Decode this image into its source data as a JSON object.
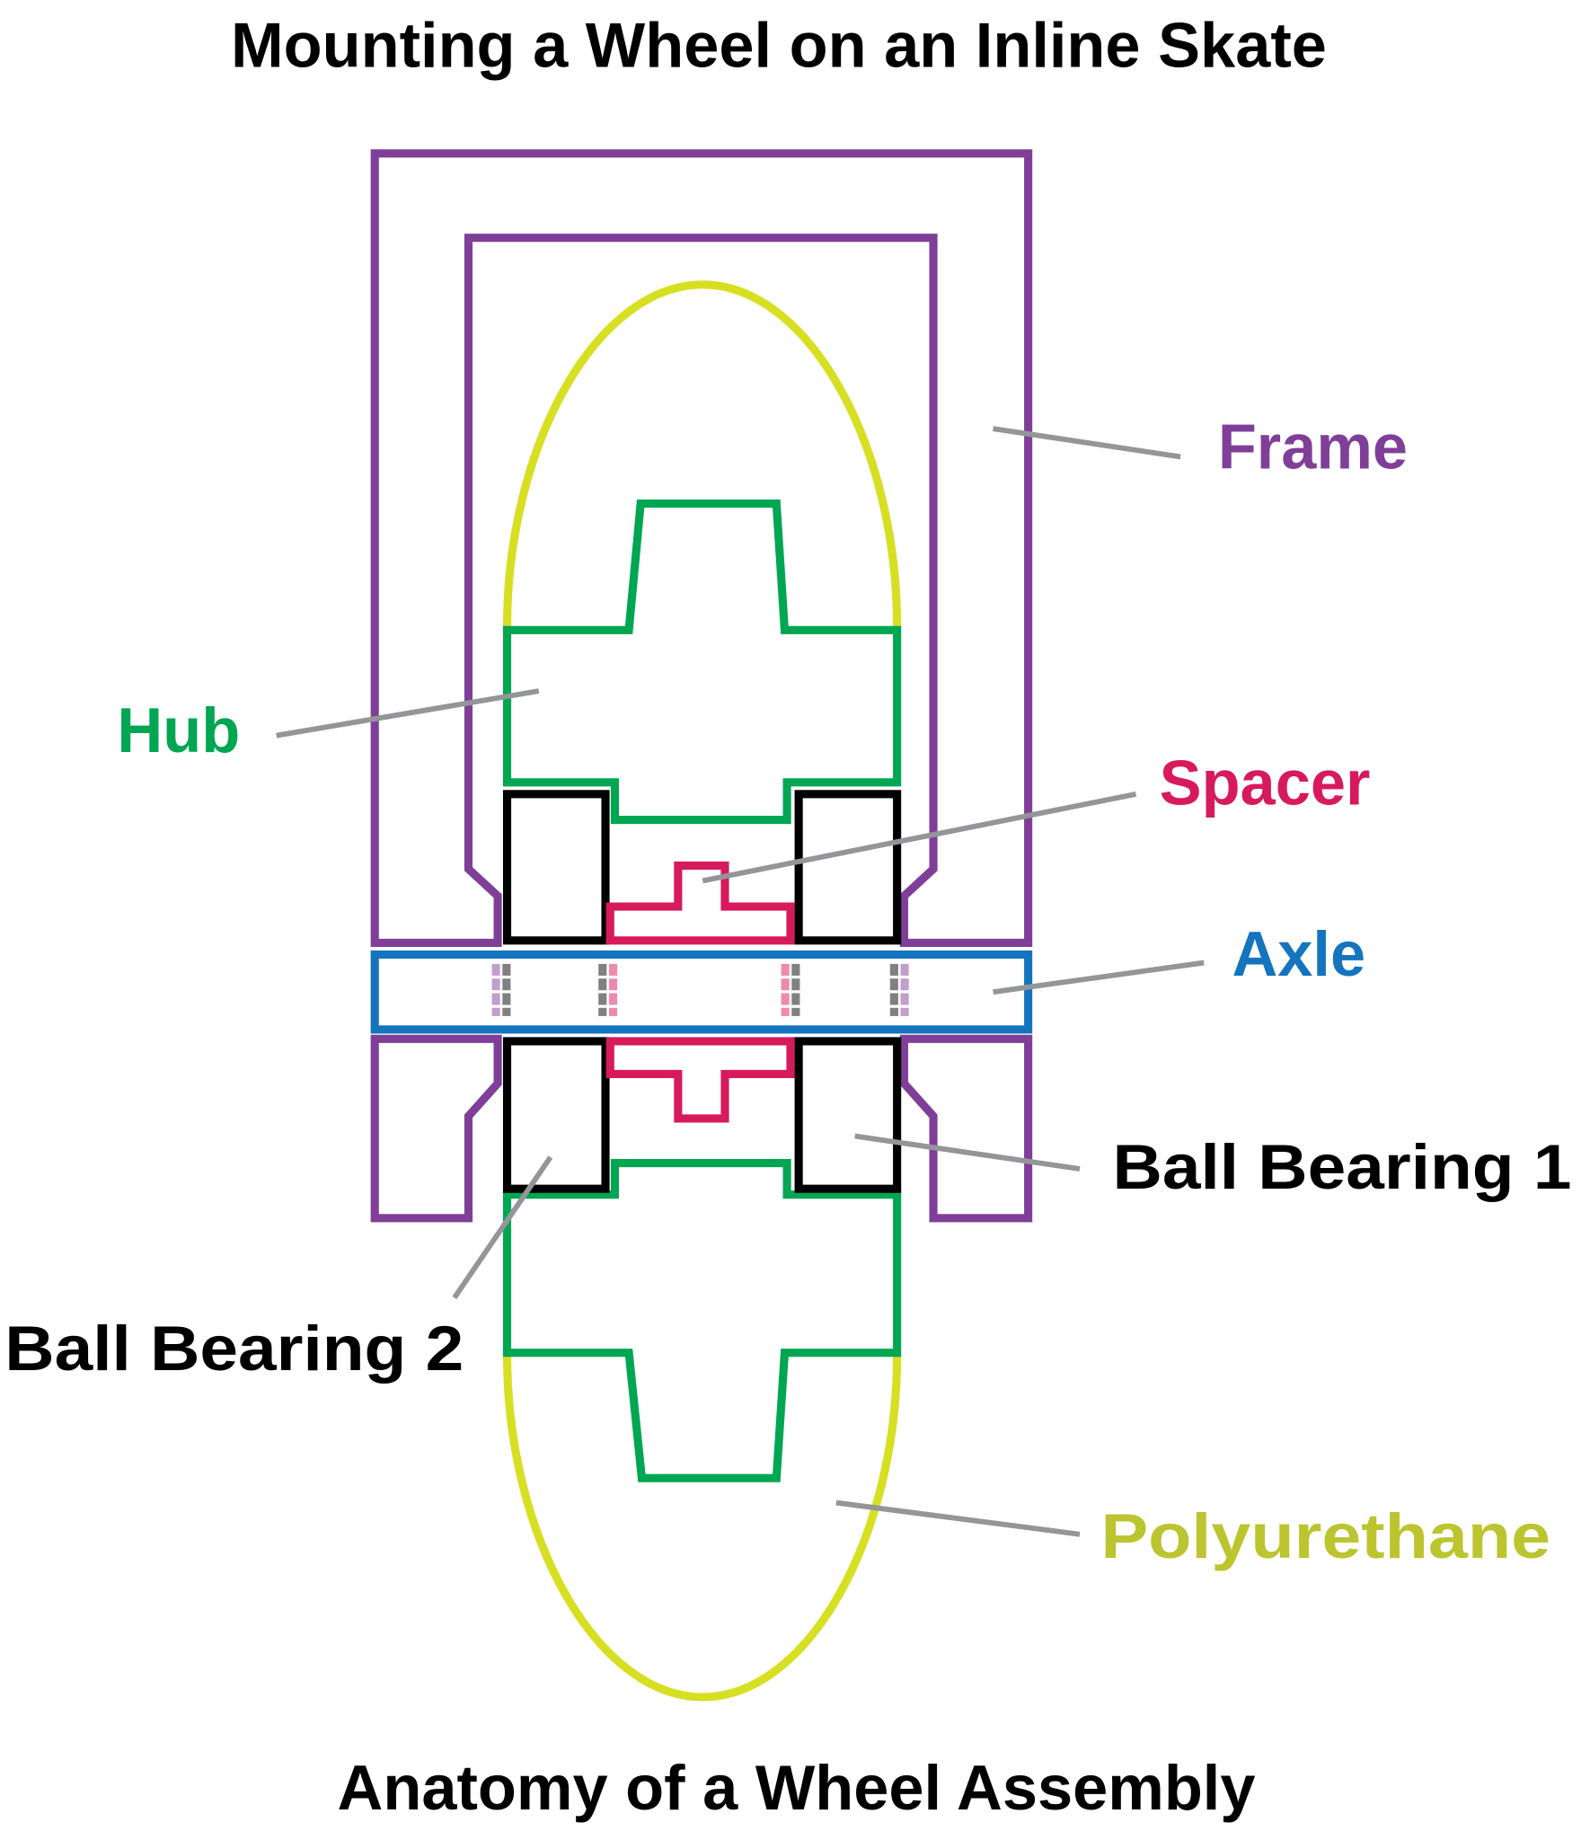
{
  "title": "Mounting a Wheel on an Inline Skate",
  "subtitle": "Anatomy of a Wheel Assembly",
  "labels": {
    "frame": "Frame",
    "hub": "Hub",
    "spacer": "Spacer",
    "axle": "Axle",
    "ball_bearing_1": "Ball Bearing 1",
    "ball_bearing_2": "Ball Bearing 2",
    "polyurethane": "Polyurethane"
  },
  "colors": {
    "frame": "#7F3F98",
    "hub": "#00A651",
    "spacer": "#D71A5B",
    "axle": "#1474BD",
    "bearing": "#000000",
    "polyurethane": "#D7DF23",
    "polyurethane_text": "#BCC42F",
    "leader": "#939598"
  }
}
